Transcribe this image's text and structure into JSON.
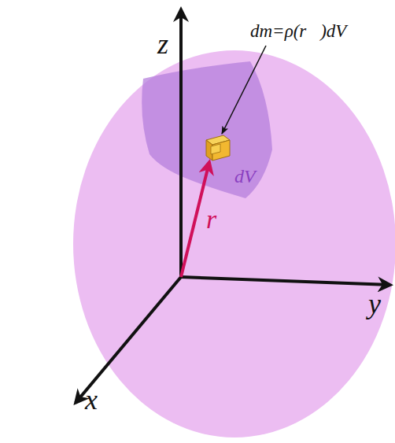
{
  "diagram": {
    "labels": [
      "z",
      "dm=ρ(r⃗)dV",
      "dV",
      "r⃗",
      "y",
      "x"
    ]
  }
}
